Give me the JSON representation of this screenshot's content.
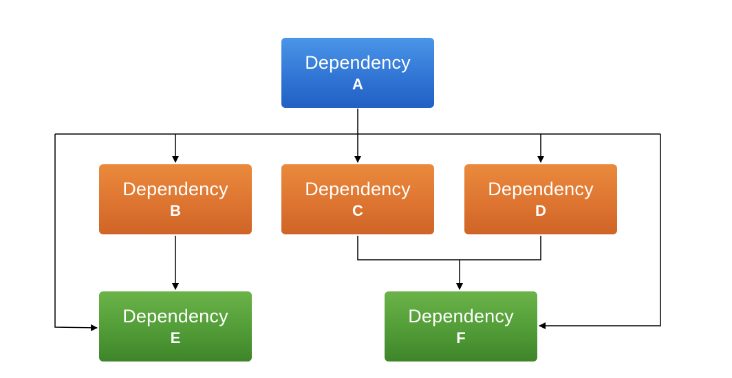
{
  "nodes": {
    "a": {
      "label": "Dependency",
      "letter": "A",
      "color": "#2f73d3"
    },
    "b": {
      "label": "Dependency",
      "letter": "B",
      "color": "#dc7330"
    },
    "c": {
      "label": "Dependency",
      "letter": "C",
      "color": "#dc7330"
    },
    "d": {
      "label": "Dependency",
      "letter": "D",
      "color": "#dc7330"
    },
    "e": {
      "label": "Dependency",
      "letter": "E",
      "color": "#4f9a36"
    },
    "f": {
      "label": "Dependency",
      "letter": "F",
      "color": "#4f9a36"
    }
  },
  "edges": [
    {
      "from": "A",
      "to": "B"
    },
    {
      "from": "A",
      "to": "C"
    },
    {
      "from": "A",
      "to": "D"
    },
    {
      "from": "A",
      "to": "E"
    },
    {
      "from": "A",
      "to": "F"
    },
    {
      "from": "B",
      "to": "E"
    },
    {
      "from": "C",
      "to": "F"
    },
    {
      "from": "D",
      "to": "F"
    }
  ]
}
